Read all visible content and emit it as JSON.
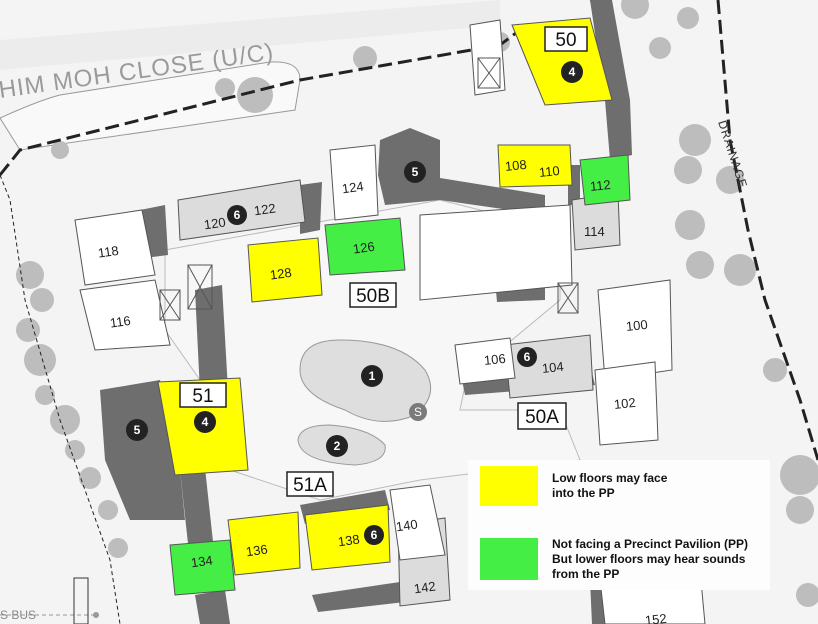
{
  "road": {
    "name": "HIM MOH CLOSE (U/C)"
  },
  "drainage": {
    "label": "DRAINAGE"
  },
  "bus": {
    "label": "S BUS"
  },
  "colors": {
    "yellow": "#ffff00",
    "green": "#44ee44",
    "dark": "#6e6e6e",
    "light": "#e0e0e0",
    "tree": "#b5b5b5"
  },
  "blocks": {
    "b50": "50",
    "b51": "51",
    "b50b": "50B",
    "b50a": "50A",
    "b51a": "51A",
    "u100": "100",
    "u102": "102",
    "u104": "104",
    "u106": "106",
    "u108": "108",
    "u110": "110",
    "u112": "112",
    "u114": "114",
    "u116": "116",
    "u118": "118",
    "u120": "120",
    "u122": "122",
    "u124": "124",
    "u126": "126",
    "u128": "128",
    "u134": "134",
    "u136": "136",
    "u138": "138",
    "u140": "140",
    "u142": "142",
    "u152": "152"
  },
  "markers": {
    "m1": "1",
    "m2": "2",
    "m4": "4",
    "m5": "5",
    "m6": "6",
    "s": "S"
  },
  "legend": {
    "yellow_line1": "Low floors may face",
    "yellow_line2": "into the PP",
    "green_line1": "Not facing a Precinct Pavilion (PP)",
    "green_line2": "But lower floors may hear sounds",
    "green_line3": "from the PP"
  }
}
